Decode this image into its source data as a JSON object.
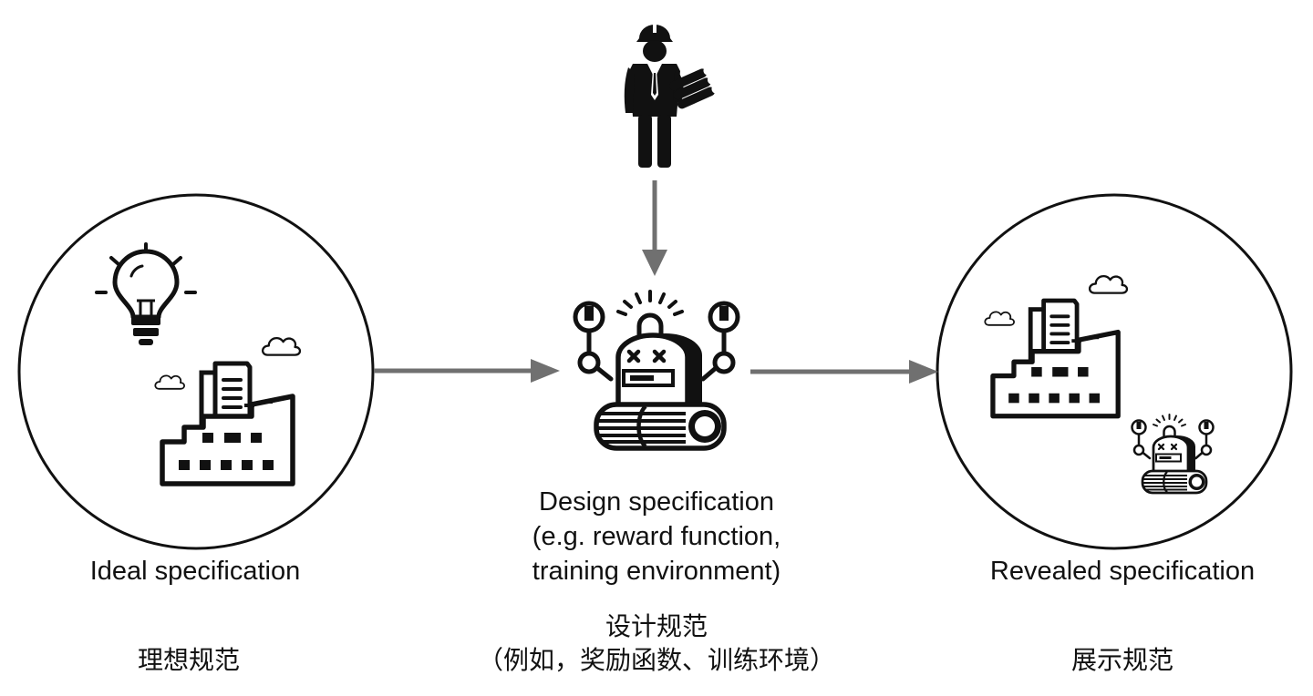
{
  "nodes": {
    "ideal": {
      "label_en": "Ideal specification",
      "label_zh": "理想规范"
    },
    "design": {
      "label_en_line1": "Design specification",
      "label_en_line2": "(e.g. reward function,",
      "label_en_line3": "training environment)",
      "label_zh_line1": "设计规范",
      "label_zh_line2": "（例如，奖励函数、训练环境）"
    },
    "revealed": {
      "label_en": "Revealed specification",
      "label_zh": "展示规范"
    }
  },
  "icons": {
    "engineer": "engineer-with-blueprints-icon",
    "lightbulb": "lightbulb-icon",
    "factory": "factory-icon",
    "cloud": "cloud-icon",
    "robot": "broken-robot-icon"
  },
  "colors": {
    "ink": "#111111",
    "arrow": "#707070",
    "background": "#ffffff"
  }
}
